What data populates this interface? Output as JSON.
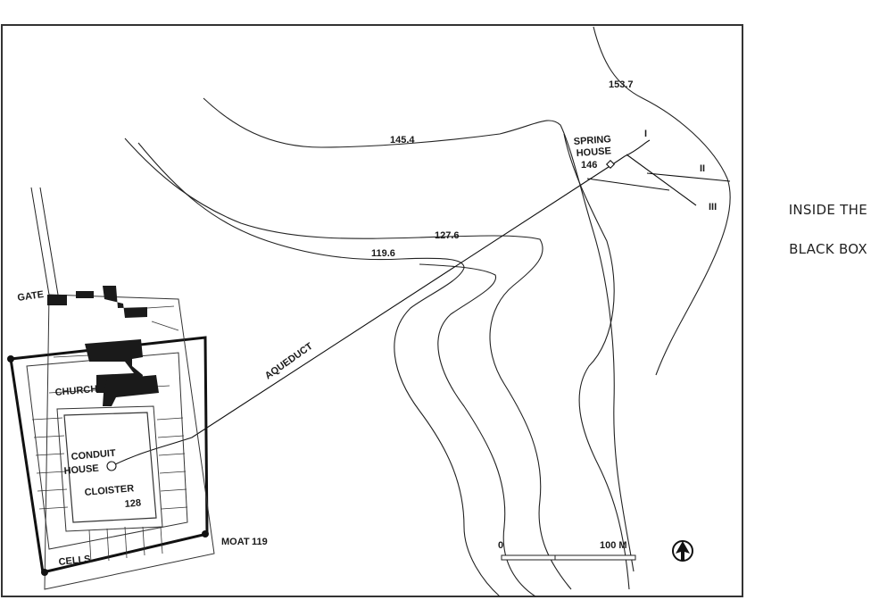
{
  "map": {
    "labels": {
      "gate": "GATE",
      "church": "CHURCH",
      "conduit": "CONDUIT",
      "house": "HOUSE",
      "cloister": "CLOISTER",
      "cloister_elev": "128",
      "cells": "CELLS",
      "moat": "MOAT",
      "moat_elev": "119",
      "aqueduct": "AQUEDUCT",
      "spring": "SPRING",
      "spring_house": "HOUSE",
      "spring_elev": "146",
      "branch_1": "I",
      "branch_2": "II",
      "branch_3": "III"
    },
    "contours": [
      "153.7",
      "145.4",
      "127.6",
      "119.6"
    ],
    "scale": {
      "start": "0",
      "end": "100 M"
    },
    "north_arrow": "north-arrow"
  },
  "sidebar": {
    "line1": "INSIDE THE",
    "line2": "BLACK BOX"
  }
}
